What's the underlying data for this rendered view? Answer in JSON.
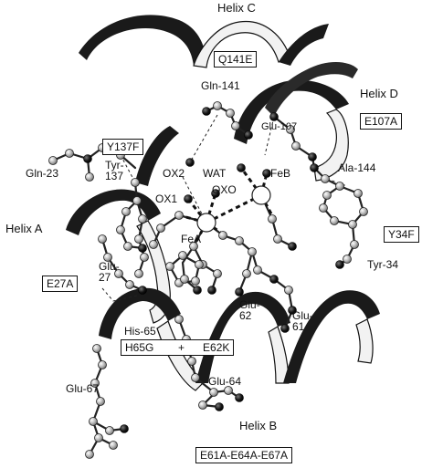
{
  "helices": {
    "helix_a": "Helix A",
    "helix_b": "Helix B",
    "helix_c": "Helix C",
    "helix_d": "Helix D"
  },
  "residues": {
    "gln_141": "Gln-141",
    "glu_107": "Glu-107",
    "ala_144": "Ala-144",
    "gln_23": "Gln-23",
    "tyr_137": "Tyr-\n137",
    "tyr_34": "Tyr-34",
    "glu_27": "Glu-\n27",
    "his_65": "His-65",
    "glu_62": "Glu-\n62",
    "glu_61": "Glu-\n61",
    "glu_64": "Glu-64",
    "glu_67": "Glu-67"
  },
  "atoms": {
    "ox2": "OX2",
    "wat": "WAT",
    "ox1": "OX1",
    "oxo": "OXO",
    "feb": "FeB",
    "fea": "FeA"
  },
  "mutations": {
    "q141e": "Q141E",
    "e107a": "E107A",
    "y137f": "Y137F",
    "y34f": "Y34F",
    "e27a": "E27A",
    "h65g_e62k": "H65G        +      E62K",
    "e61a_e64a_e67a": "E61A-E64A-E67A"
  },
  "colors": {
    "ribbon_dark": "#1a1a1a",
    "ribbon_light": "#f2f2f2",
    "atom_gray": "#a8a8a8",
    "atom_black": "#111111"
  }
}
